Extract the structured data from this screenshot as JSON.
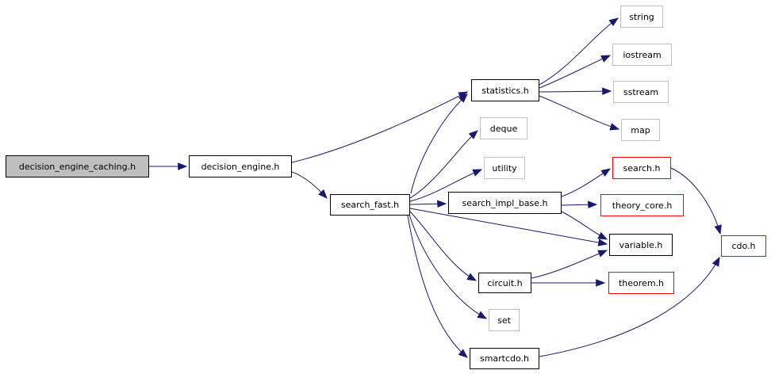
{
  "diagram": {
    "type": "include-dependency-graph",
    "background_color": "#ffffff",
    "edge_color": "#191970",
    "border_color_documented": "#000000",
    "border_color_system": "#c0c0c0",
    "border_color_truncated": "#ff0000",
    "root_fill_color": "#bfbfbf",
    "text_color": "#000000"
  },
  "nodes": [
    {
      "id": "decision_engine_caching",
      "label": "decision_engine_caching.h",
      "kind": "root"
    },
    {
      "id": "decision_engine",
      "label": "decision_engine.h",
      "kind": "documented"
    },
    {
      "id": "search_fast",
      "label": "search_fast.h",
      "kind": "documented"
    },
    {
      "id": "statistics",
      "label": "statistics.h",
      "kind": "documented"
    },
    {
      "id": "deque",
      "label": "deque",
      "kind": "system"
    },
    {
      "id": "utility",
      "label": "utility",
      "kind": "system"
    },
    {
      "id": "search_impl_base",
      "label": "search_impl_base.h",
      "kind": "documented"
    },
    {
      "id": "string",
      "label": "string",
      "kind": "system"
    },
    {
      "id": "iostream",
      "label": "iostream",
      "kind": "system"
    },
    {
      "id": "sstream",
      "label": "sstream",
      "kind": "system"
    },
    {
      "id": "map",
      "label": "map",
      "kind": "system"
    },
    {
      "id": "search",
      "label": "search.h",
      "kind": "truncated"
    },
    {
      "id": "theory_core",
      "label": "theory_core.h",
      "kind": "truncated"
    },
    {
      "id": "variable",
      "label": "variable.h",
      "kind": "documented"
    },
    {
      "id": "theorem",
      "label": "theorem.h",
      "kind": "truncated"
    },
    {
      "id": "set",
      "label": "set",
      "kind": "system"
    },
    {
      "id": "smartcdo",
      "label": "smartcdo.h",
      "kind": "documented"
    },
    {
      "id": "cdo",
      "label": "cdo.h",
      "kind": "truncated"
    }
  ],
  "edges": [
    {
      "from": "decision_engine_caching.h",
      "to": "decision_engine.h"
    },
    {
      "from": "decision_engine.h",
      "to": "statistics.h"
    },
    {
      "from": "decision_engine.h",
      "to": "search_fast.h"
    },
    {
      "from": "search_fast.h",
      "to": "statistics.h"
    },
    {
      "from": "search_fast.h",
      "to": "deque"
    },
    {
      "from": "search_fast.h",
      "to": "utility"
    },
    {
      "from": "search_fast.h",
      "to": "search_impl_base.h"
    },
    {
      "from": "search_fast.h",
      "to": "variable.h"
    },
    {
      "from": "search_fast.h",
      "to": "circuit.h"
    },
    {
      "from": "search_fast.h",
      "to": "set"
    },
    {
      "from": "search_fast.h",
      "to": "smartcdo.h"
    },
    {
      "from": "statistics.h",
      "to": "string"
    },
    {
      "from": "statistics.h",
      "to": "iostream"
    },
    {
      "from": "statistics.h",
      "to": "sstream"
    },
    {
      "from": "statistics.h",
      "to": "map"
    },
    {
      "from": "search_impl_base.h",
      "to": "search.h"
    },
    {
      "from": "search_impl_base.h",
      "to": "theory_core.h"
    },
    {
      "from": "search_impl_base.h",
      "to": "variable.h"
    },
    {
      "from": "circuit.h",
      "to": "variable.h"
    },
    {
      "from": "circuit.h",
      "to": "theorem.h"
    },
    {
      "from": "search.h",
      "to": "cdo.h"
    },
    {
      "from": "smartcdo.h",
      "to": "cdo.h"
    }
  ],
  "extra_nodes": [
    {
      "id": "circuit",
      "label": "circuit.h",
      "kind": "documented"
    }
  ]
}
